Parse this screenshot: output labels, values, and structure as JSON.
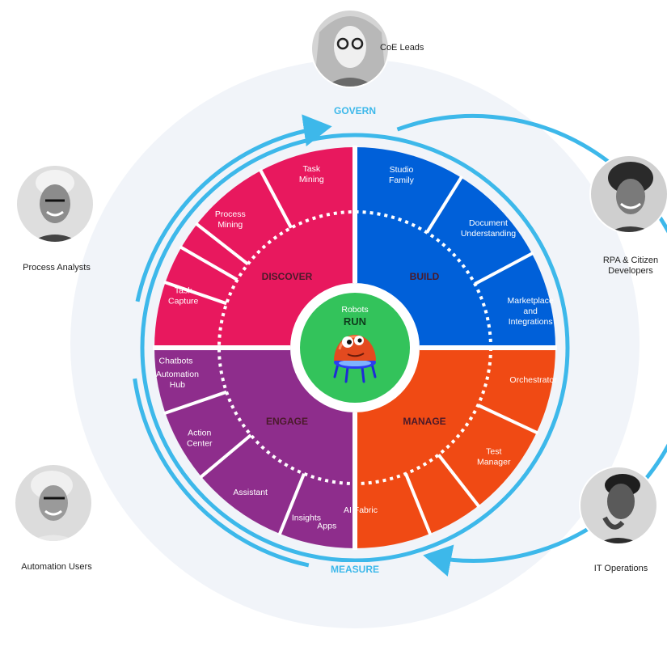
{
  "cycle": {
    "top_label": "GOVERN",
    "bottom_label": "MEASURE"
  },
  "center": {
    "label_small": "Robots",
    "label_big": "RUN"
  },
  "quadrants": {
    "discover": {
      "label": "DISCOVER",
      "color": "#E8185E",
      "items": [
        [
          "Task",
          "Mining"
        ],
        [
          "Process",
          "Mining"
        ],
        [
          "Task",
          "Capture"
        ],
        [
          "Automation",
          "Hub"
        ]
      ]
    },
    "build": {
      "label": "BUILD",
      "color": "#0060D9",
      "items": [
        [
          "Studio",
          "Family"
        ],
        [
          "Document",
          "Understanding"
        ],
        [
          "Marketplace",
          "and",
          "Integrations"
        ]
      ]
    },
    "manage": {
      "label": "MANAGE",
      "color": "#F04A14",
      "items": [
        [
          "Orchestrator"
        ],
        [
          "Test",
          "Manager"
        ],
        [
          "AI Fabric"
        ],
        [
          "Insights"
        ]
      ]
    },
    "engage": {
      "label": "ENGAGE",
      "color": "#8E2D8C",
      "items": [
        [
          "Chatbots"
        ],
        [
          "Action",
          "Center"
        ],
        [
          "Assistant"
        ],
        [
          "Apps"
        ]
      ]
    }
  },
  "personas": {
    "coe_leads": "CoE Leads",
    "process_analysts": "Process Analysts",
    "rpa_developers": [
      "RPA & Citizen",
      "Developers"
    ],
    "automation_users": "Automation Users",
    "it_operations": "IT Operations"
  },
  "colors": {
    "arrow": "#3DB8EA",
    "halo": "#F1F4F9",
    "center": "#33C35B",
    "label_dark": "#4A1A2A"
  }
}
